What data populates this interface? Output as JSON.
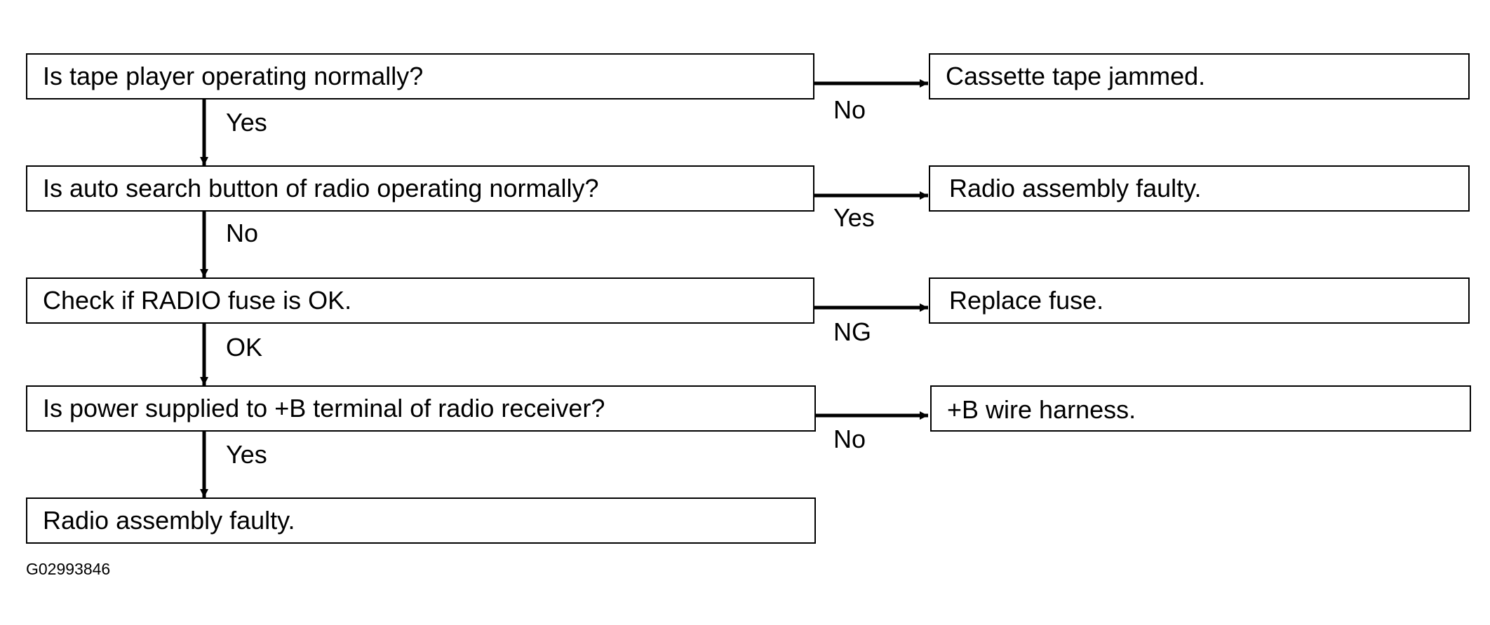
{
  "questions": [
    {
      "text": "Is tape player operating normally?",
      "down_label": "Yes",
      "right_label": "No"
    },
    {
      "text": "Is auto search button of radio operating normally?",
      "down_label": "No",
      "right_label": "Yes"
    },
    {
      "text": "Check if RADIO fuse is OK.",
      "down_label": "OK",
      "right_label": "NG"
    },
    {
      "text": "Is power supplied to +B terminal of radio receiver?",
      "down_label": "Yes",
      "right_label": "No"
    }
  ],
  "results": [
    "Cassette tape jammed.",
    "Radio assembly faulty.",
    "Replace fuse.",
    "+B wire harness."
  ],
  "final": "Radio assembly faulty.",
  "figure_id": "G02993846"
}
